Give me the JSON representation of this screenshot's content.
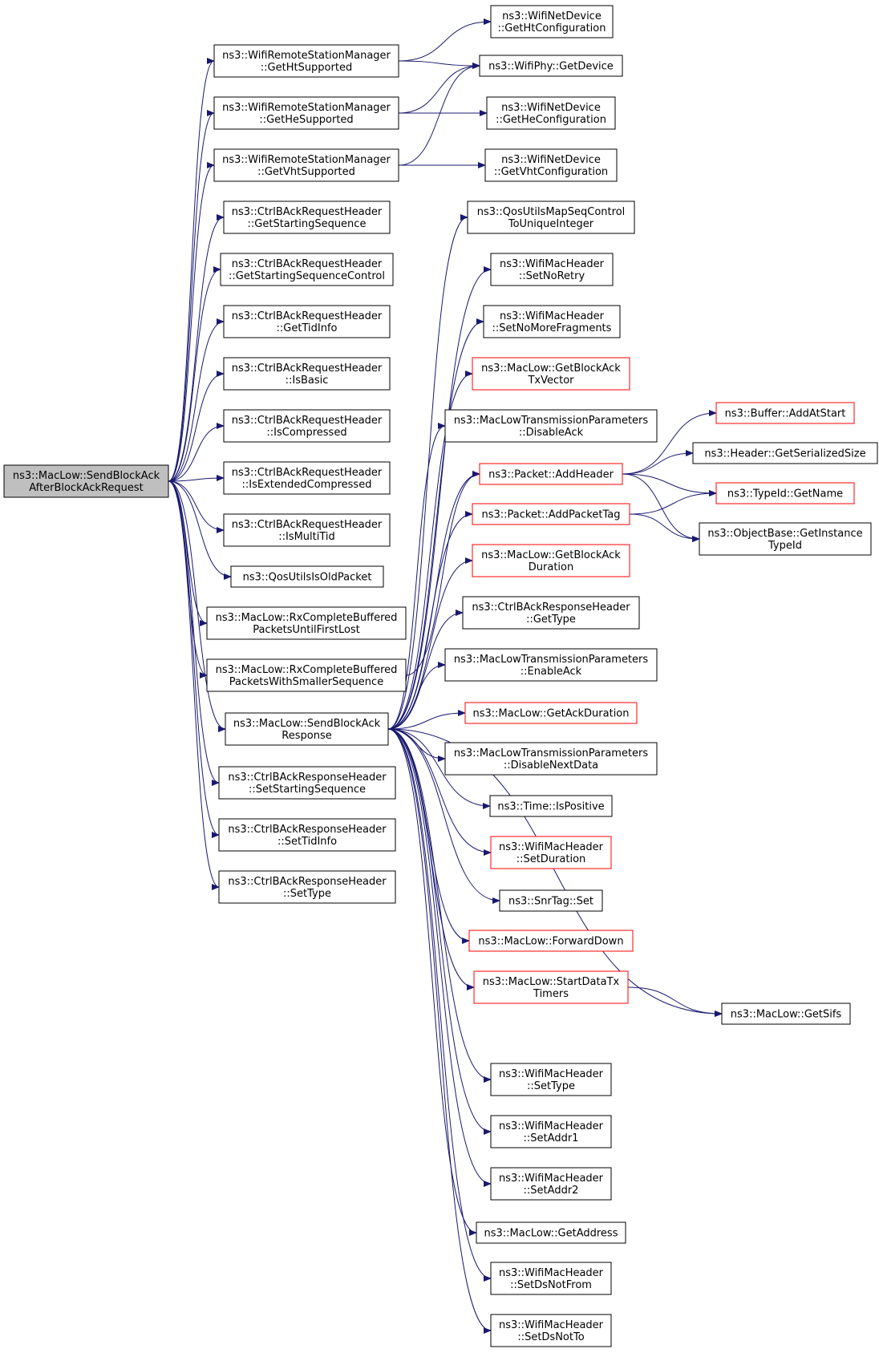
{
  "colors": {
    "edge": "#191970",
    "node_border": "#000000",
    "node_border_red": "#ff0000",
    "root_fill": "#bfbfbf"
  },
  "nodes": [
    {
      "id": "root",
      "lines": [
        "ns3::MacLow::SendBlockAck",
        "AfterBlockAckRequest"
      ],
      "kind": "root"
    },
    {
      "id": "getHtSup",
      "lines": [
        "ns3::WifiRemoteStationManager",
        "::GetHtSupported"
      ],
      "kind": "normal"
    },
    {
      "id": "getHeSup",
      "lines": [
        "ns3::WifiRemoteStationManager",
        "::GetHeSupported"
      ],
      "kind": "normal"
    },
    {
      "id": "getVhtSup",
      "lines": [
        "ns3::WifiRemoteStationManager",
        "::GetVhtSupported"
      ],
      "kind": "normal"
    },
    {
      "id": "getStartSeq",
      "lines": [
        "ns3::CtrlBAckRequestHeader",
        "::GetStartingSequence"
      ],
      "kind": "normal"
    },
    {
      "id": "getStartSeqCtrl",
      "lines": [
        "ns3::CtrlBAckRequestHeader",
        "::GetStartingSequenceControl"
      ],
      "kind": "normal"
    },
    {
      "id": "getTidInfo",
      "lines": [
        "ns3::CtrlBAckRequestHeader",
        "::GetTidInfo"
      ],
      "kind": "normal"
    },
    {
      "id": "isBasic",
      "lines": [
        "ns3::CtrlBAckRequestHeader",
        "::IsBasic"
      ],
      "kind": "normal"
    },
    {
      "id": "isCompressed",
      "lines": [
        "ns3::CtrlBAckRequestHeader",
        "::IsCompressed"
      ],
      "kind": "normal"
    },
    {
      "id": "isExtCompressed",
      "lines": [
        "ns3::CtrlBAckRequestHeader",
        "::IsExtendedCompressed"
      ],
      "kind": "normal"
    },
    {
      "id": "isMultiTid",
      "lines": [
        "ns3::CtrlBAckRequestHeader",
        "::IsMultiTid"
      ],
      "kind": "normal"
    },
    {
      "id": "qosIsOld",
      "lines": [
        "ns3::QosUtilsIsOldPacket"
      ],
      "kind": "normal"
    },
    {
      "id": "rxFirstLost",
      "lines": [
        "ns3::MacLow::RxCompleteBuffered",
        "PacketsUntilFirstLost"
      ],
      "kind": "normal"
    },
    {
      "id": "rxSmaller",
      "lines": [
        "ns3::MacLow::RxCompleteBuffered",
        "PacketsWithSmallerSequence"
      ],
      "kind": "normal"
    },
    {
      "id": "sendBAResp",
      "lines": [
        "ns3::MacLow::SendBlockAck",
        "Response"
      ],
      "kind": "normal"
    },
    {
      "id": "setStartSeq",
      "lines": [
        "ns3::CtrlBAckResponseHeader",
        "::SetStartingSequence"
      ],
      "kind": "normal"
    },
    {
      "id": "setTidInfo",
      "lines": [
        "ns3::CtrlBAckResponseHeader",
        "::SetTidInfo"
      ],
      "kind": "normal"
    },
    {
      "id": "setTypeResp",
      "lines": [
        "ns3::CtrlBAckResponseHeader",
        "::SetType"
      ],
      "kind": "normal"
    },
    {
      "id": "getHtConf",
      "lines": [
        "ns3::WifiNetDevice",
        "::GetHtConfiguration"
      ],
      "kind": "normal"
    },
    {
      "id": "getDevice",
      "lines": [
        "ns3::WifiPhy::GetDevice"
      ],
      "kind": "normal"
    },
    {
      "id": "getHeConf",
      "lines": [
        "ns3::WifiNetDevice",
        "::GetHeConfiguration"
      ],
      "kind": "normal"
    },
    {
      "id": "getVhtConf",
      "lines": [
        "ns3::WifiNetDevice",
        "::GetVhtConfiguration"
      ],
      "kind": "normal"
    },
    {
      "id": "qosMapSeq",
      "lines": [
        "ns3::QosUtilsMapSeqControl",
        "ToUniqueInteger"
      ],
      "kind": "normal"
    },
    {
      "id": "setNoRetry",
      "lines": [
        "ns3::WifiMacHeader",
        "::SetNoRetry"
      ],
      "kind": "normal"
    },
    {
      "id": "setNoMoreFrag",
      "lines": [
        "ns3::WifiMacHeader",
        "::SetNoMoreFragments"
      ],
      "kind": "normal"
    },
    {
      "id": "getBATxVec",
      "lines": [
        "ns3::MacLow::GetBlockAck",
        "TxVector"
      ],
      "kind": "red"
    },
    {
      "id": "disableAck",
      "lines": [
        "ns3::MacLowTransmissionParameters",
        "::DisableAck"
      ],
      "kind": "normal"
    },
    {
      "id": "addHeader",
      "lines": [
        "ns3::Packet::AddHeader"
      ],
      "kind": "red"
    },
    {
      "id": "addPacketTag",
      "lines": [
        "ns3::Packet::AddPacketTag"
      ],
      "kind": "red"
    },
    {
      "id": "getBADur",
      "lines": [
        "ns3::MacLow::GetBlockAck",
        "Duration"
      ],
      "kind": "red"
    },
    {
      "id": "respGetType",
      "lines": [
        "ns3::CtrlBAckResponseHeader",
        "::GetType"
      ],
      "kind": "normal"
    },
    {
      "id": "enableAck",
      "lines": [
        "ns3::MacLowTransmissionParameters",
        "::EnableAck"
      ],
      "kind": "normal"
    },
    {
      "id": "getAckDur",
      "lines": [
        "ns3::MacLow::GetAckDuration"
      ],
      "kind": "red"
    },
    {
      "id": "disableNext",
      "lines": [
        "ns3::MacLowTransmissionParameters",
        "::DisableNextData"
      ],
      "kind": "normal"
    },
    {
      "id": "isPositive",
      "lines": [
        "ns3::Time::IsPositive"
      ],
      "kind": "normal"
    },
    {
      "id": "setDuration",
      "lines": [
        "ns3::WifiMacHeader",
        "::SetDuration"
      ],
      "kind": "red"
    },
    {
      "id": "snrSet",
      "lines": [
        "ns3::SnrTag::Set"
      ],
      "kind": "normal"
    },
    {
      "id": "forwardDown",
      "lines": [
        "ns3::MacLow::ForwardDown"
      ],
      "kind": "red"
    },
    {
      "id": "startTimers",
      "lines": [
        "ns3::MacLow::StartDataTx",
        "Timers"
      ],
      "kind": "red"
    },
    {
      "id": "setTypeHdr",
      "lines": [
        "ns3::WifiMacHeader",
        "::SetType"
      ],
      "kind": "normal"
    },
    {
      "id": "setAddr1",
      "lines": [
        "ns3::WifiMacHeader",
        "::SetAddr1"
      ],
      "kind": "normal"
    },
    {
      "id": "setAddr2",
      "lines": [
        "ns3::WifiMacHeader",
        "::SetAddr2"
      ],
      "kind": "normal"
    },
    {
      "id": "getAddress",
      "lines": [
        "ns3::MacLow::GetAddress"
      ],
      "kind": "normal"
    },
    {
      "id": "setDsNotFrom",
      "lines": [
        "ns3::WifiMacHeader",
        "::SetDsNotFrom"
      ],
      "kind": "normal"
    },
    {
      "id": "setDsNotTo",
      "lines": [
        "ns3::WifiMacHeader",
        "::SetDsNotTo"
      ],
      "kind": "normal"
    },
    {
      "id": "bufAddAtStart",
      "lines": [
        "ns3::Buffer::AddAtStart"
      ],
      "kind": "red"
    },
    {
      "id": "getSerSize",
      "lines": [
        "ns3::Header::GetSerializedSize"
      ],
      "kind": "normal"
    },
    {
      "id": "typeIdGetName",
      "lines": [
        "ns3::TypeId::GetName"
      ],
      "kind": "red"
    },
    {
      "id": "getInstTypeId",
      "lines": [
        "ns3::ObjectBase::GetInstance",
        "TypeId"
      ],
      "kind": "normal"
    },
    {
      "id": "getSifs",
      "lines": [
        "ns3::MacLow::GetSifs"
      ],
      "kind": "normal"
    }
  ]
}
